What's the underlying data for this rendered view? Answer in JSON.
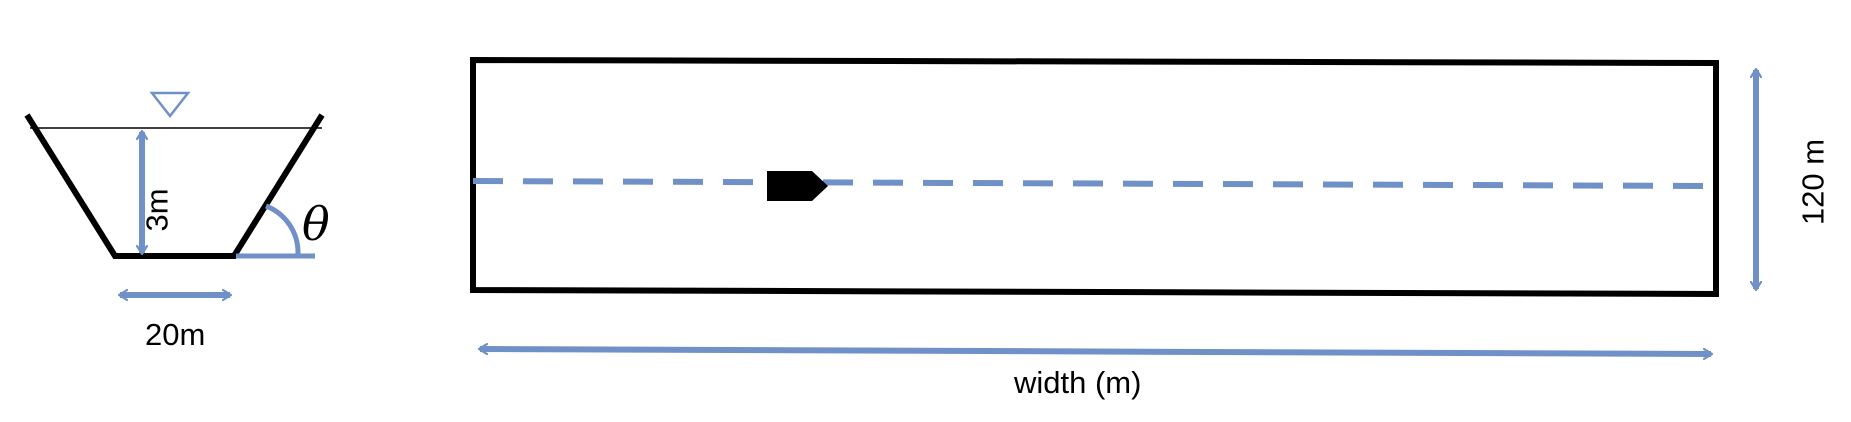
{
  "cross_section": {
    "depth_label": "3m",
    "bottom_width_label": "20m",
    "angle_symbol": "θ",
    "water_level_icon": "triangle-down-icon"
  },
  "plan_view": {
    "height_label": "120 m",
    "width_label": "width (m)",
    "boat_icon": "boat-icon"
  },
  "colors": {
    "outline": "#000000",
    "dimension": "#7090c8"
  }
}
